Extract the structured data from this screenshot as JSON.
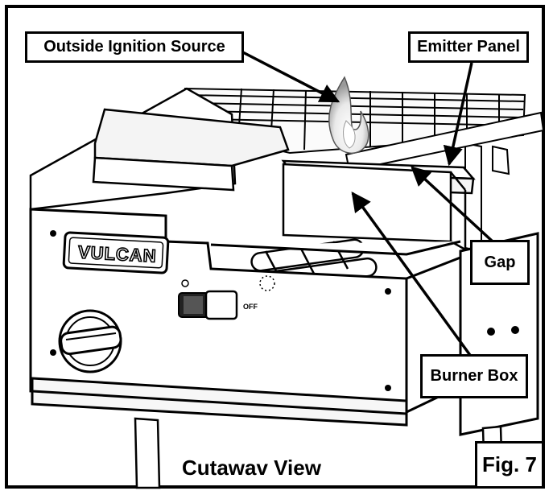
{
  "callouts": {
    "ignition": "Outside Ignition Source",
    "emitter": "Emitter Panel",
    "gap": "Gap",
    "burner": "Burner Box"
  },
  "caption": "Cutawav View",
  "figure": "Fig. 7",
  "brand": "VULCAN",
  "knob_off_label": "OFF",
  "colors": {
    "line": "#000000",
    "background": "#ffffff"
  }
}
